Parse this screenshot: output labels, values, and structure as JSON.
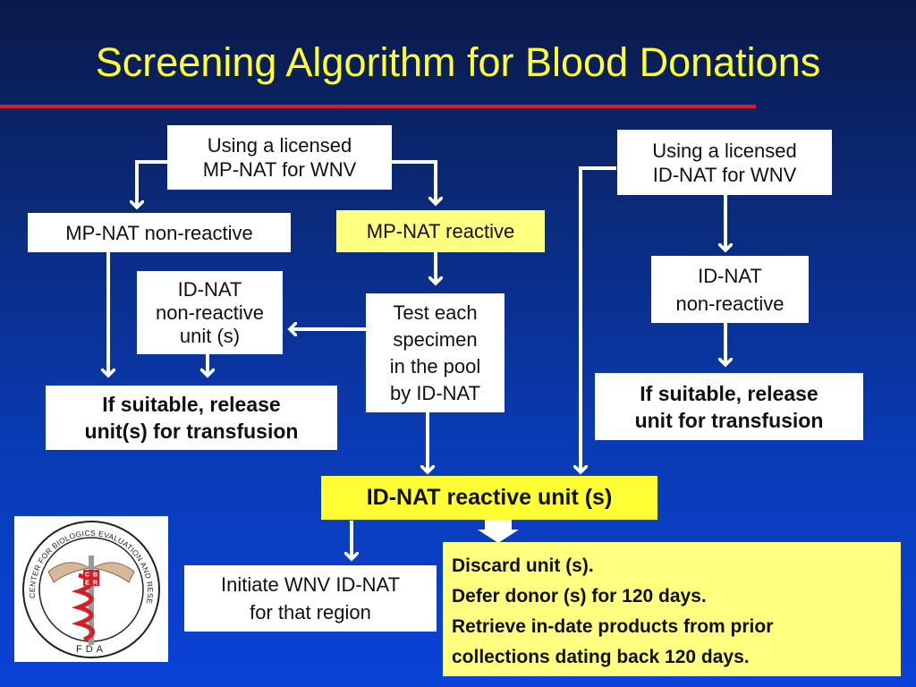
{
  "title": "Screening Algorithm for Blood Donations",
  "boxes": {
    "mp_licensed": [
      "Using a licensed",
      "MP-NAT for WNV"
    ],
    "id_licensed": [
      "Using a licensed",
      "ID-NAT for WNV"
    ],
    "mp_nonreactive": "MP-NAT non-reactive",
    "mp_reactive": "MP-NAT reactive",
    "idnat_nonreactive_units": [
      "ID-NAT",
      "non-reactive",
      "unit (s)"
    ],
    "test_each": [
      "Test each",
      "specimen",
      "in the pool",
      "by ID-NAT"
    ],
    "idnat_nonreactive_right": [
      "ID-NAT",
      "non-reactive"
    ],
    "release_units": [
      "If suitable, release",
      "unit(s) for transfusion"
    ],
    "release_unit": [
      "If suitable, release",
      "unit for transfusion"
    ],
    "idnat_reactive": "ID-NAT reactive unit (s)",
    "initiate": [
      "Initiate WNV ID-NAT",
      "for that region"
    ],
    "discard": [
      "Discard unit (s).",
      "Defer donor (s) for 120 days.",
      "Retrieve in-date products from prior",
      "collections dating back 120 days."
    ]
  },
  "logo": {
    "ring_text": "CENTER FOR BIOLOGICS EVALUATION AND RESEARCH",
    "bottom_text": "FDA",
    "letters": [
      "C",
      "B",
      "E",
      "R"
    ]
  },
  "colors": {
    "title": "#ffff33",
    "rule": "#e0182b",
    "highlight_box": "#ffff80",
    "reactive_box": "#ffff33"
  }
}
